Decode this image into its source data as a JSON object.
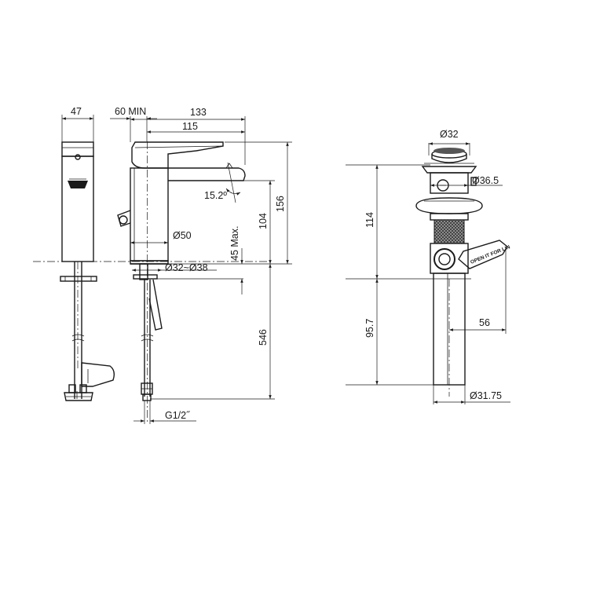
{
  "dimensions": {
    "width_47": "47",
    "min_60": "60 MIN",
    "length_133": "133",
    "length_115": "115",
    "angle": "15.2º",
    "height_156": "156",
    "height_104": "104",
    "max_45": "45 Max.",
    "dia_50": "Ø50",
    "hole_range": "Ø32~Ø38",
    "hose_546": "546",
    "thread": "G1/2˝",
    "dia_32": "Ø32",
    "dia_36_5": "Ø36.5",
    "height_114": "114",
    "height_95_7": "95.7",
    "offset_56": "56",
    "dia_31_75": "Ø31.75"
  },
  "labels": {
    "lever_text": "OPEN IT FOR LIN"
  }
}
